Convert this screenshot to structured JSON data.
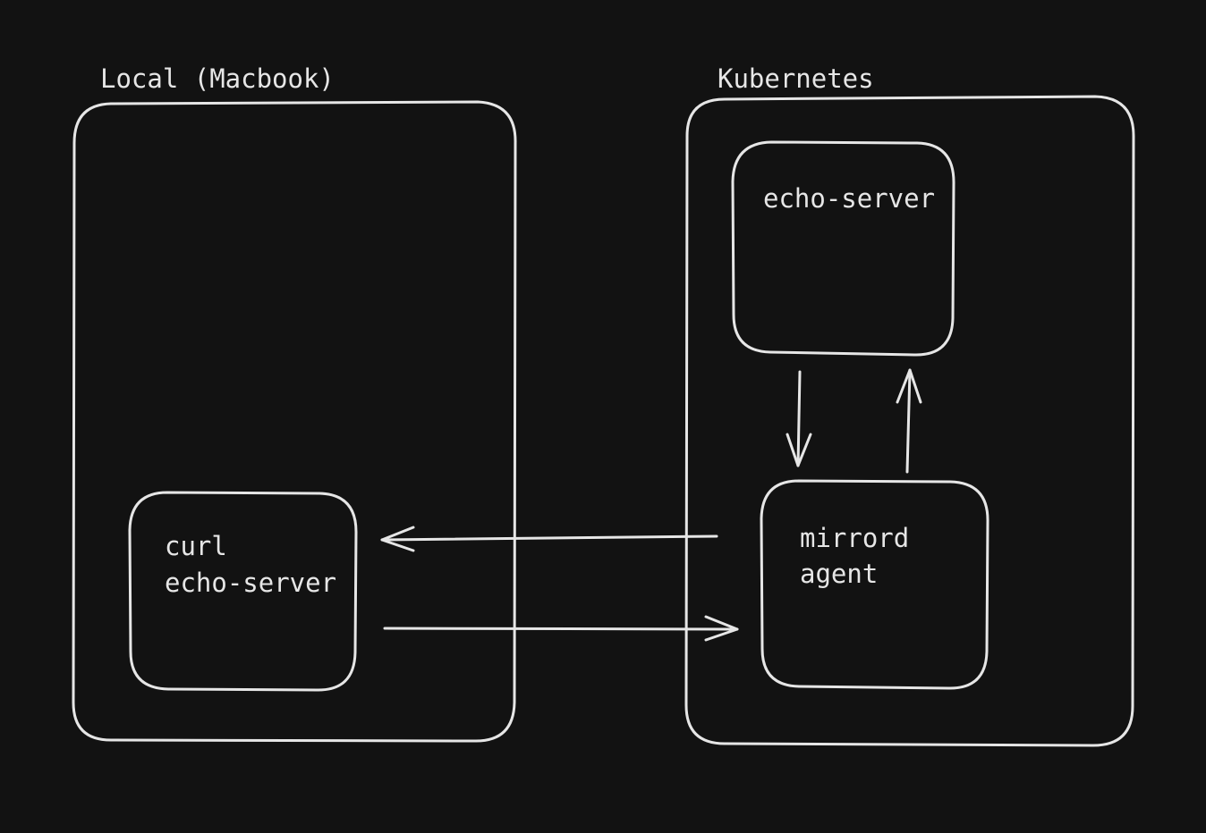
{
  "theme": {
    "background": "#121212",
    "stroke": "#e6e6e6",
    "text": "#e6e6e6"
  },
  "groups": {
    "local": {
      "title": "Local (Macbook)"
    },
    "kubernetes": {
      "title": "Kubernetes"
    }
  },
  "nodes": {
    "curl": {
      "lines": [
        "curl",
        "echo-server"
      ]
    },
    "echo_server": {
      "lines": [
        "echo-server"
      ]
    },
    "mirrord_agent": {
      "lines": [
        "mirrord",
        "agent"
      ]
    }
  },
  "edges": [
    {
      "from": "mirrord agent",
      "to": "curl echo-server",
      "label": ""
    },
    {
      "from": "curl echo-server",
      "to": "mirrord agent",
      "label": ""
    },
    {
      "from": "echo-server",
      "to": "mirrord agent",
      "label": ""
    },
    {
      "from": "mirrord agent",
      "to": "echo-server",
      "label": ""
    }
  ]
}
